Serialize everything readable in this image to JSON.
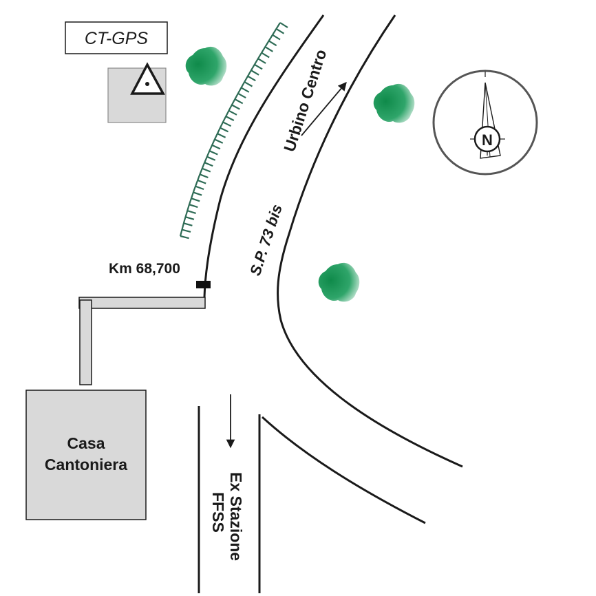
{
  "labels": {
    "station_id": "CT-GPS",
    "km_marker": "Km 68,700",
    "building_line1": "Casa",
    "building_line2": "Cantoniera",
    "road_name": "S.P. 73 bis",
    "direction_north": "Urbino  Centro",
    "direction_south_line1": "Ex Stazione",
    "direction_south_line2": "FFSS",
    "compass_letter": "N"
  },
  "colors": {
    "ink": "#1a1a1a",
    "building_fill": "#d9d9d9",
    "embankment": "#2e6b55",
    "tree_dark": "#0f8a4a",
    "tree_light": "#ffffff",
    "compass_ring": "#555555"
  },
  "icons": {
    "station_marker": "triangle-benchmark-icon",
    "trees": "tree-icon",
    "compass": "compass-rose-icon",
    "embankment": "embankment-hachure-icon"
  }
}
